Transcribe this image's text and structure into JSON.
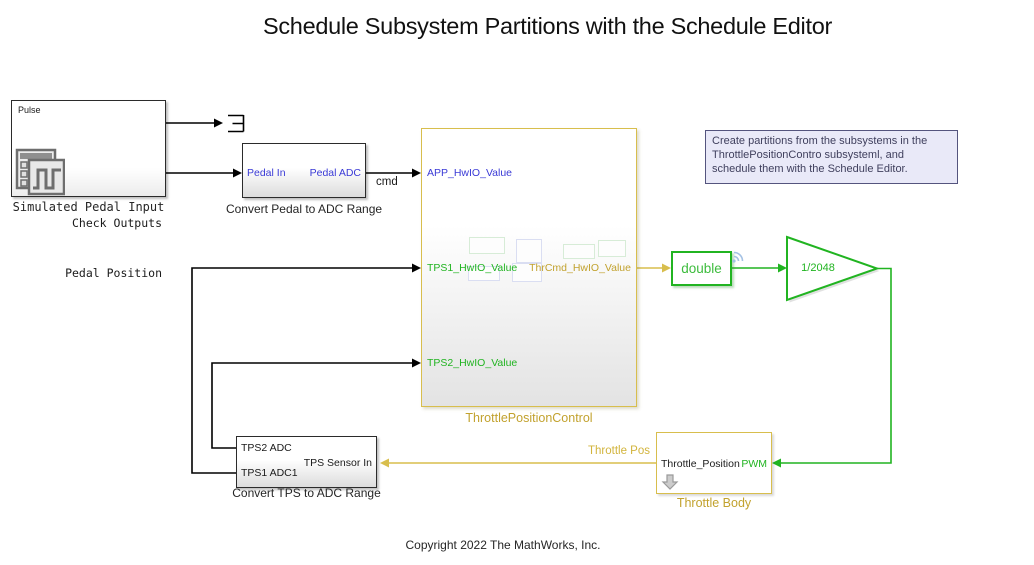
{
  "title": "Schedule Subsystem Partitions with the Schedule Editor",
  "copyright": "Copyright 2022 The MathWorks, Inc.",
  "note_lines": [
    "Create partitions from the subsystems in the",
    "ThrottlePositionContro subsysteml, and",
    "schedule them with the Schedule Editor."
  ],
  "colors": {
    "subsystem_gold_border": "#D8BE4D",
    "gold_label_text": "#C2A22E",
    "signal_green": "#21B421",
    "port_blue": "#3A3AD6",
    "note_background": "#E9E9F8",
    "note_border": "#54547E"
  },
  "blocks": {
    "simulated_pedal_input": {
      "tag": "Pulse",
      "port_check_outputs": "Check Outputs",
      "port_pedal_position": "Pedal Position",
      "label": "Simulated Pedal Input"
    },
    "convert_pedal_to_adc": {
      "port_in": "Pedal In",
      "port_out": "Pedal ADC",
      "label": "Convert Pedal to ADC Range"
    },
    "throttle_position_control": {
      "port_app": "APP_HwIO_Value",
      "port_tps1": "TPS1_HwIO_Value",
      "port_tps2": "TPS2_HwIO_Value",
      "port_thrcmd": "ThrCmd_HwIO_Value",
      "label": "ThrottlePositionControl"
    },
    "data_type_conversion": {
      "value": "double"
    },
    "gain": {
      "value": "1/2048"
    },
    "throttle_body": {
      "port_throttle_position": "Throttle_Position",
      "port_pwm": "PWM",
      "label": "Throttle Body"
    },
    "convert_tps_to_adc": {
      "port_tps2_adc": "TPS2 ADC",
      "port_tps1_adc1": "TPS1 ADC1",
      "port_sensor_in": "TPS Sensor In",
      "label": "Convert TPS to ADC Range"
    }
  },
  "signal_labels": {
    "cmd": "cmd",
    "throttle_pos": "Throttle Pos"
  }
}
